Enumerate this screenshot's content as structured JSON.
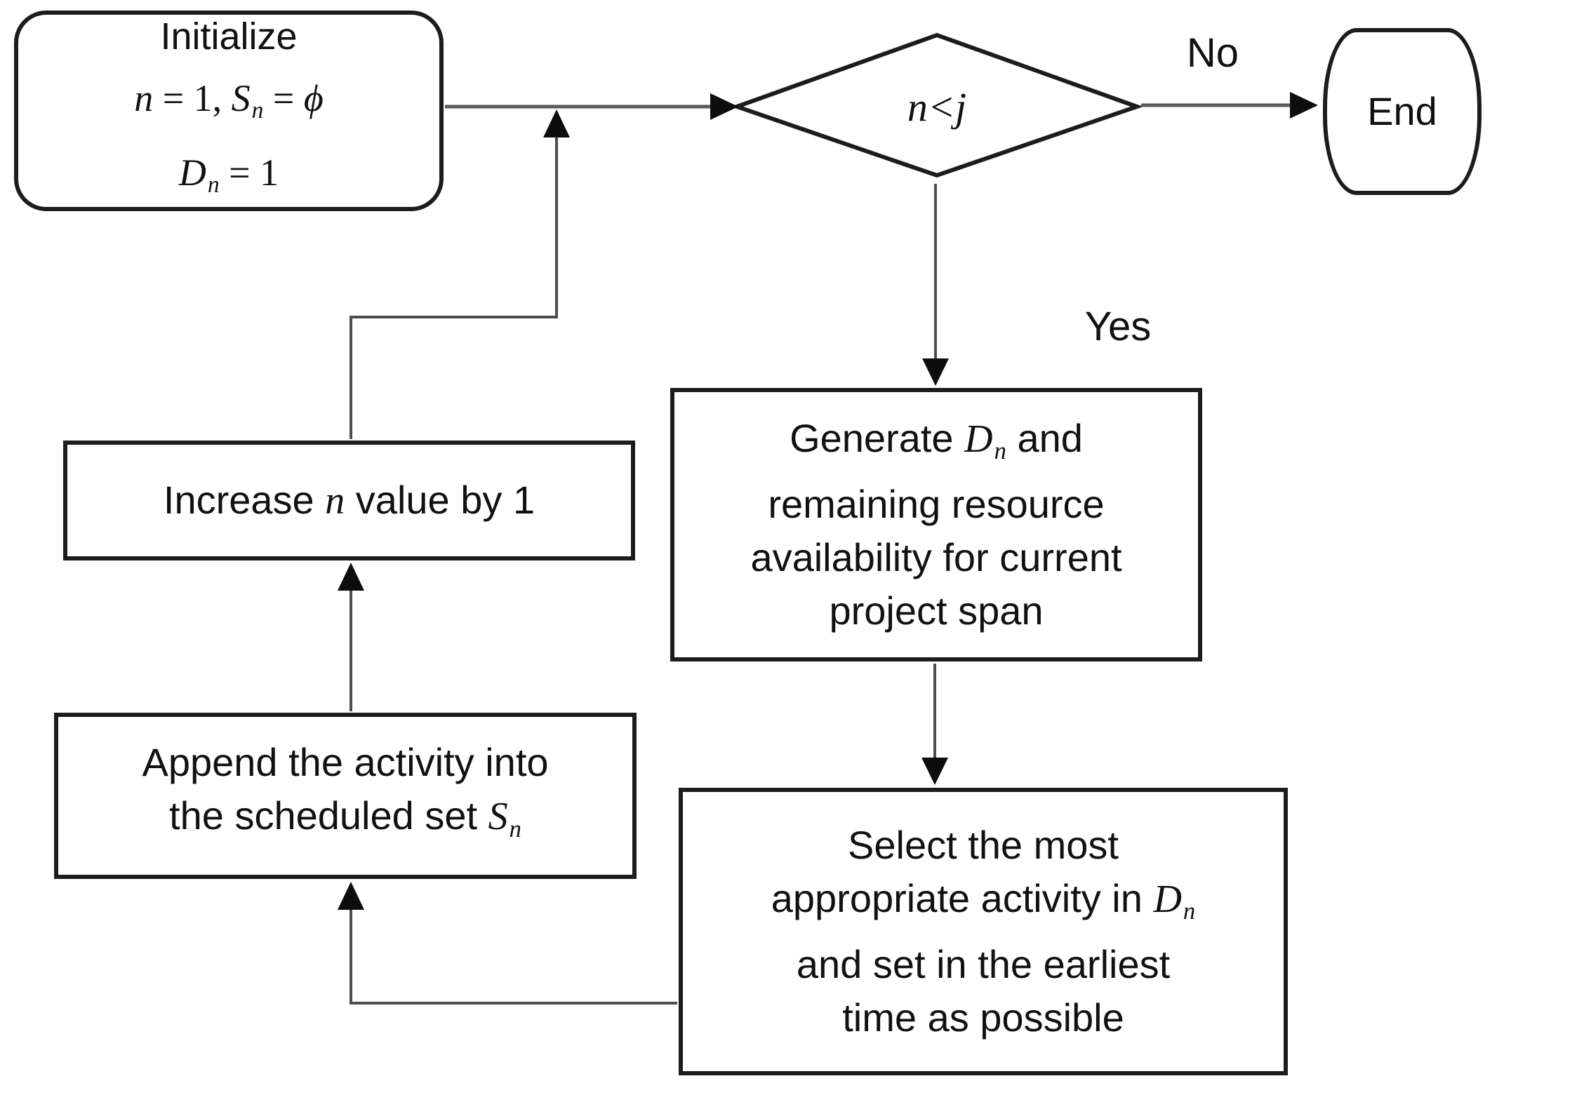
{
  "diagram": {
    "background": "#ffffff",
    "box_border_color": "#1c1c1c",
    "connector_color": "#4d4d4d",
    "arrowhead_color": "#0d0d0d",
    "text_color": "#111111",
    "nodes": {
      "init": {
        "type": "terminator",
        "l1": "Initialize",
        "l2a": "n",
        "l2b": " = 1,  ",
        "l2c": "S",
        "l2d": "n",
        "l2e": " = ",
        "l2f": "ϕ",
        "l3a": "D",
        "l3b": "n",
        "l3c": " = 1"
      },
      "decision": {
        "type": "decision",
        "a": "n",
        "b": "<",
        "c": "j"
      },
      "end": {
        "type": "terminator",
        "label": "End"
      },
      "generate": {
        "type": "process",
        "l1a": "Generate ",
        "l1b": "D",
        "l1c": "n",
        "l1d": " and",
        "l2": "remaining resource",
        "l3": "availability for current",
        "l4": "project span"
      },
      "select": {
        "type": "process",
        "l1": "Select the most",
        "l2a": "appropriate activity in ",
        "l2b": "D",
        "l2c": "n",
        "l3": "and set in the earliest",
        "l4": "time as possible"
      },
      "append": {
        "type": "process",
        "l1": "Append the activity into",
        "l2a": "the scheduled set ",
        "l2b": "S",
        "l2c": "n"
      },
      "increase": {
        "type": "process",
        "a": "Increase ",
        "b": "n",
        "c": " value by 1"
      }
    },
    "edge_labels": {
      "no": "No",
      "yes": "Yes"
    },
    "edges": [
      {
        "from": "init",
        "to": "decision"
      },
      {
        "from": "decision",
        "to": "end",
        "label_key": "no"
      },
      {
        "from": "decision",
        "to": "generate",
        "label_key": "yes"
      },
      {
        "from": "generate",
        "to": "select"
      },
      {
        "from": "select",
        "to": "append"
      },
      {
        "from": "append",
        "to": "increase"
      },
      {
        "from": "increase",
        "to": "decision"
      }
    ]
  }
}
